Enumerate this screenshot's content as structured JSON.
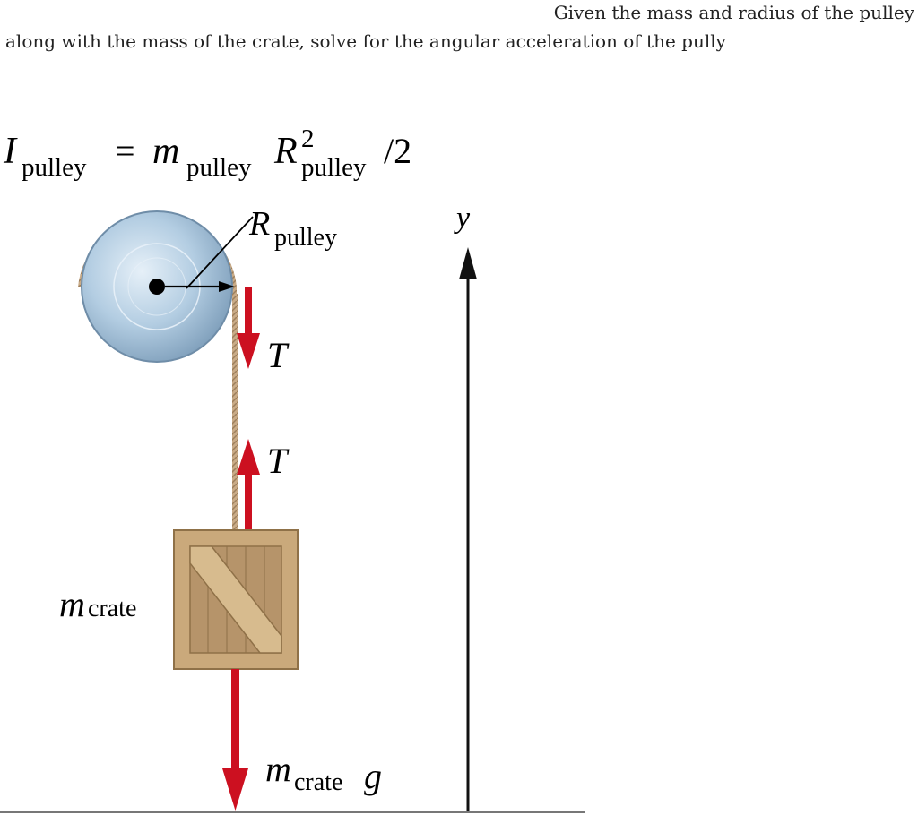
{
  "prompt": {
    "line1": "Given the mass and radius of the pulley",
    "line2": "along with the mass of the crate, solve for the angular acceleration of the pully"
  },
  "formula": {
    "I": "I",
    "I_sub": "pulley",
    "equals": "=",
    "m": "m",
    "m_sub": "pulley",
    "R": "R",
    "R_sup": "2",
    "R_sub": "pulley",
    "div": "/2"
  },
  "labels": {
    "radius": "R",
    "radius_sub": "pulley",
    "tension_top": "T",
    "tension_bottom": "T",
    "crate_mass": "m",
    "crate_mass_sub": "crate",
    "weight_m": "m",
    "weight_sub": "crate",
    "weight_g": "g",
    "axis": "y"
  },
  "colors": {
    "force_arrow": "#cc1020",
    "pulley": "#a9c6de",
    "crate": "#c8aa7a",
    "rope": "#c2a37f",
    "axis": "#111111"
  }
}
